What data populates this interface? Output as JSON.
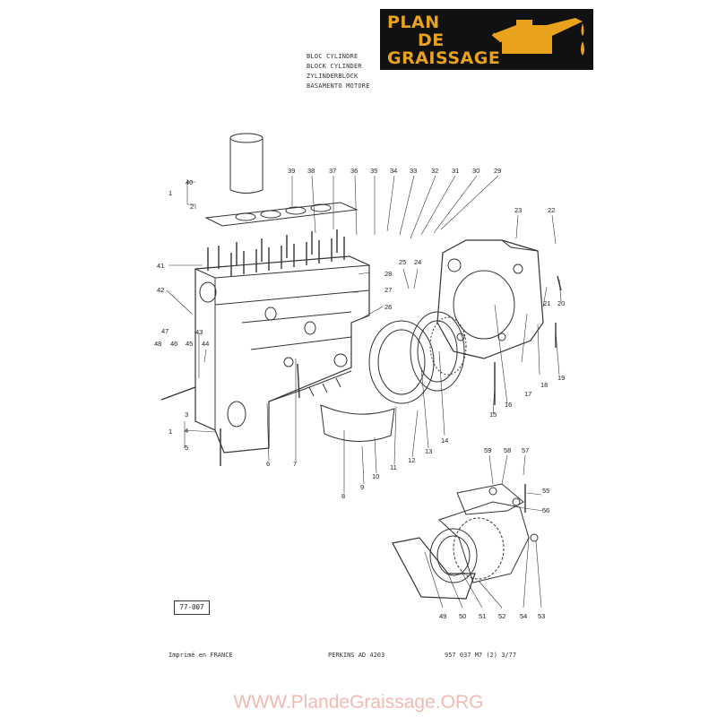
{
  "logo": {
    "line1": "PLAN",
    "line2": "DE",
    "line3": "GRAISSAGE",
    "icon": "oil-can-icon",
    "text_color": "#e8a21c",
    "bg_color": "#111111"
  },
  "titles": [
    "BLOC CYLINDRE",
    "BLOCK CYLINDER",
    "ZYLINDERBLOCK",
    "BASAMENTO MOTORE"
  ],
  "reference_box": "77-007",
  "footer": {
    "printed": "Imprimé en FRANCE",
    "model": "PERKINS AD 4203",
    "part_number": "957 037 M7 (2)  3/77"
  },
  "website": "WWW.PlandeGraissage.ORG",
  "callouts": {
    "c1": "1",
    "c2": "2",
    "c3": "3",
    "c4": "4",
    "c5": "5",
    "c6": "6",
    "c7": "7",
    "c8": "8",
    "c9": "9",
    "c10": "10",
    "c11": "11",
    "c12": "12",
    "c13": "13",
    "c14": "14",
    "c15": "15",
    "c16": "16",
    "c17": "17",
    "c18": "18",
    "c19": "19",
    "c20": "20",
    "c21": "21",
    "c22": "22",
    "c23": "23",
    "c24": "24",
    "c25": "25",
    "c26": "26",
    "c27": "27",
    "c28": "28",
    "c29": "29",
    "c30": "30",
    "c31": "31",
    "c32": "32",
    "c33": "33",
    "c34": "34",
    "c35": "35",
    "c36": "36",
    "c37": "37",
    "c38": "38",
    "c39": "39",
    "c40": "40",
    "c41": "41",
    "c42": "42",
    "c43": "43",
    "c44": "44",
    "c45": "45",
    "c46": "46",
    "c47": "47",
    "c48": "48",
    "c49": "49",
    "c50": "50",
    "c51": "51",
    "c52": "52",
    "c53": "53",
    "c54": "54",
    "c55": "55",
    "c56": "56",
    "c57": "57",
    "c58": "58",
    "c59": "59"
  }
}
